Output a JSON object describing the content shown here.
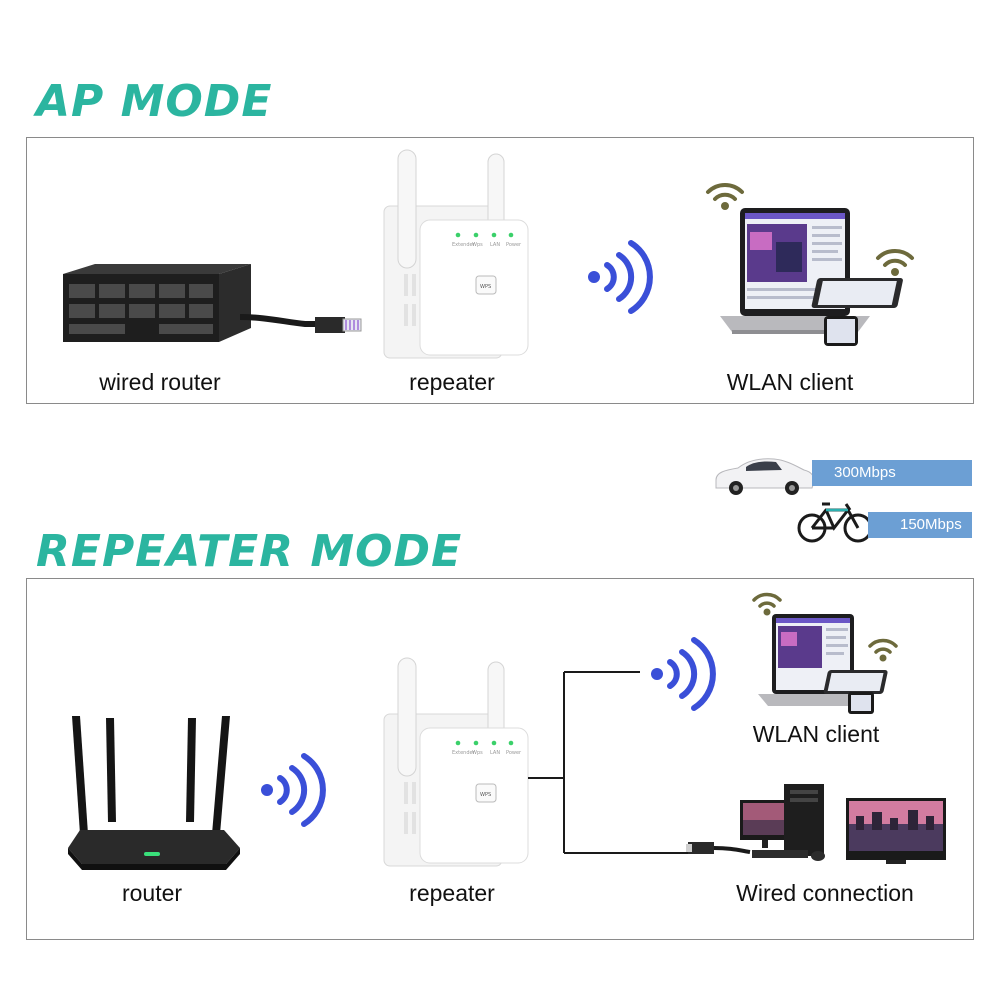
{
  "colors": {
    "title": "#2bb5a0",
    "wifi_blue": "#3a4fd8",
    "wifi_olive": "#6d6a3c",
    "speed_bar": "#6c9fd4",
    "panel_border": "#8a8a8a"
  },
  "ap_mode": {
    "title": "AP MODE",
    "devices": [
      {
        "label": "wired router",
        "icon": "rack-switch-icon"
      },
      {
        "label": "repeater",
        "icon": "repeater-icon"
      },
      {
        "label": "WLAN client",
        "icon": "laptop-tablet-phone-icon"
      }
    ]
  },
  "speeds": [
    {
      "label": "300Mbps",
      "icon": "car-icon"
    },
    {
      "label": "150Mbps",
      "icon": "bicycle-icon"
    }
  ],
  "repeater_mode": {
    "title": "REPEATER MODE",
    "devices": [
      {
        "label": "router",
        "icon": "router-icon"
      },
      {
        "label": "repeater",
        "icon": "repeater-icon"
      },
      {
        "label": "WLAN client",
        "icon": "laptop-tablet-phone-icon"
      },
      {
        "label": "Wired connection",
        "icon": "desktop-pc-icon"
      }
    ]
  },
  "repeater_device": {
    "button_label": "WPS",
    "led_labels": [
      "Extender",
      "Wps",
      "LAN",
      "Power"
    ]
  }
}
